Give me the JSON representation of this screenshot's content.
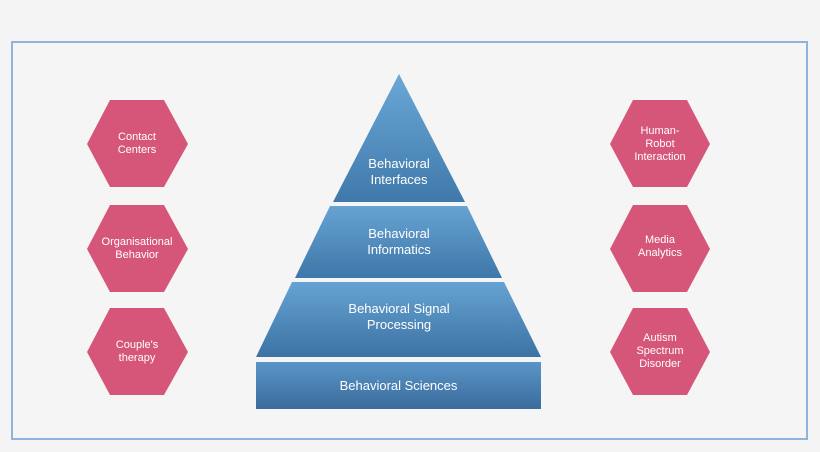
{
  "colors": {
    "hexagon": "#d6567a",
    "pyramid_light": "#69a6d4",
    "pyramid_dark": "#3d76a8",
    "base_light": "#5a95c8",
    "base_dark": "#3c6fa0",
    "frame": "#8fb3d9"
  },
  "pyramid": {
    "layers": [
      {
        "label": "Behavioral\nInterfaces"
      },
      {
        "label": "Behavioral\nInformatics"
      },
      {
        "label": "Behavioral Signal\nProcessing"
      },
      {
        "label": "Behavioral Sciences"
      }
    ]
  },
  "left_hexagons": [
    {
      "label": "Contact\nCenters"
    },
    {
      "label": "Organisational\nBehavior"
    },
    {
      "label": "Couple's\ntherapy"
    }
  ],
  "right_hexagons": [
    {
      "label": "Human-\nRobot\nInteraction"
    },
    {
      "label": "Media\nAnalytics"
    },
    {
      "label": "Autism\nSpectrum\nDisorder"
    }
  ]
}
